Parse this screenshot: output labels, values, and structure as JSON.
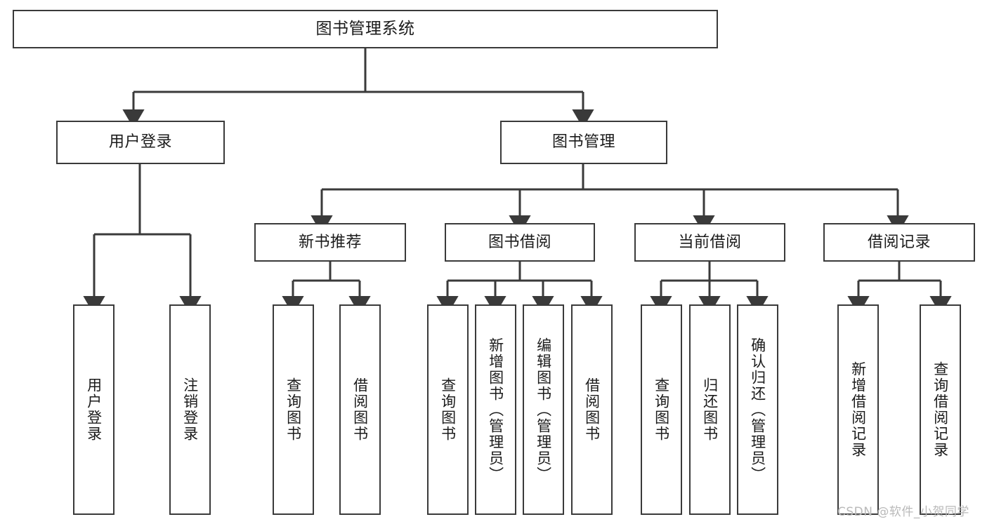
{
  "diagram": {
    "title": "图书管理系统",
    "type": "functional-structure-tree",
    "watermark": "CSDN @软件_小贺同学",
    "colors": {
      "stroke": "#3a3a3a",
      "fill": "#ffffff",
      "text": "#1b1b1b",
      "watermark": "#b9b9b9"
    },
    "root": {
      "label": "图书管理系统"
    },
    "level1": [
      {
        "label": "用户登录"
      },
      {
        "label": "图书管理"
      }
    ],
    "level2": [
      {
        "label": "新书推荐"
      },
      {
        "label": "图书借阅"
      },
      {
        "label": "当前借阅"
      },
      {
        "label": "借阅记录"
      }
    ],
    "leaves": {
      "user_login": [
        {
          "label": "用户登录"
        },
        {
          "label": "注销登录"
        }
      ],
      "new_book_recommend": [
        {
          "label": "查询图书"
        },
        {
          "label": "借阅图书"
        }
      ],
      "book_borrow": [
        {
          "label": "查询图书"
        },
        {
          "label": "新增图书（管理员）"
        },
        {
          "label": "编辑图书（管理员）"
        },
        {
          "label": "借阅图书"
        }
      ],
      "current_borrow": [
        {
          "label": "查询图书"
        },
        {
          "label": "归还图书"
        },
        {
          "label": "确认归还（管理员）"
        }
      ],
      "borrow_record": [
        {
          "label": "新增借阅记录"
        },
        {
          "label": "查询借阅记录"
        }
      ]
    }
  }
}
